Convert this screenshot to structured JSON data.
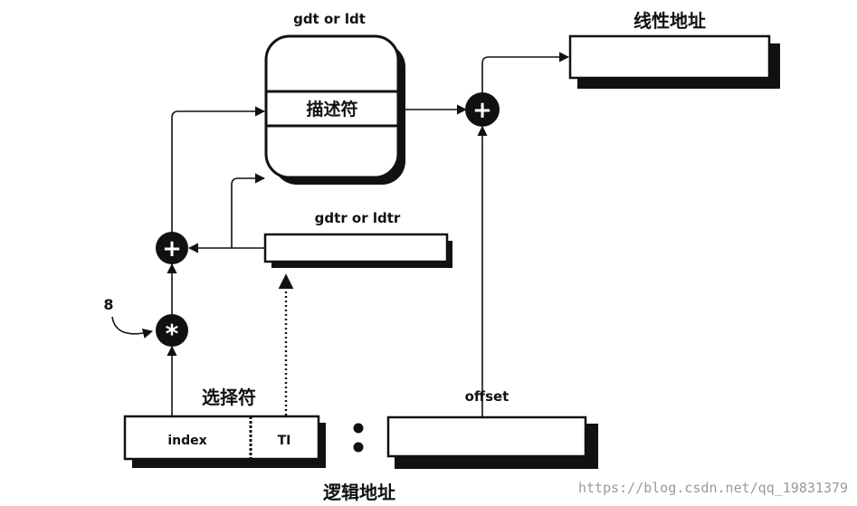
{
  "labels": {
    "gdt_ldt": "gdt or ldt",
    "descriptor": "描述符",
    "linear_address": "线性地址",
    "gdtr_ldtr": "gdtr or ldtr",
    "multiplier": "8",
    "selector": "选择符",
    "index_field": "index",
    "ti_field": "TI",
    "offset": "offset",
    "logical_address": "逻辑地址",
    "colon": ":",
    "plus_symbol": "+",
    "times_symbol": "*"
  },
  "watermark": "https://blog.csdn.net/qq_19831379",
  "colors": {
    "ink": "#111111",
    "shadow": "#111111",
    "watermark": "#9a9a9a"
  }
}
